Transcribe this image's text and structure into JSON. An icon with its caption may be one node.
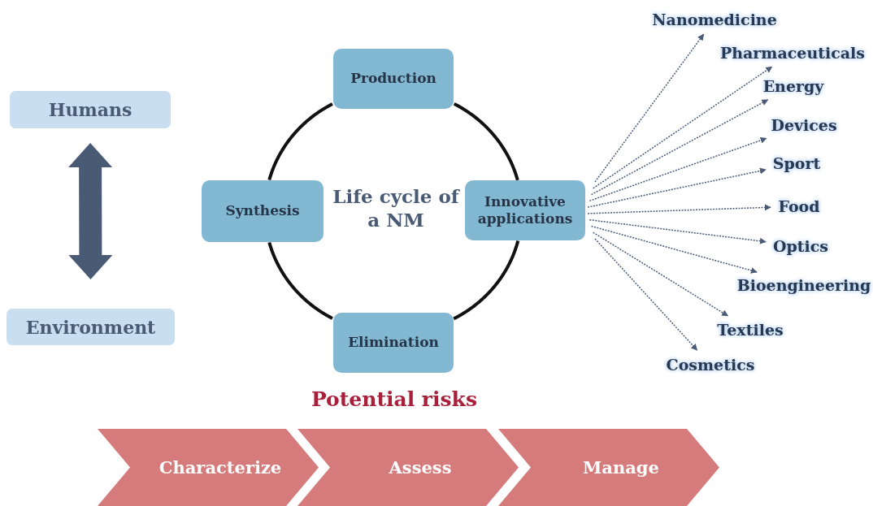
{
  "diagram": {
    "nodes": [
      {
        "text": [
          "Humans"
        ]
      },
      {
        "text": [
          "Environment"
        ]
      },
      {
        "text": [
          "Production"
        ]
      },
      {
        "text": [
          "Synthesis"
        ]
      },
      {
        "text": [
          "Innovative applications"
        ]
      },
      {
        "text": [
          "Elimination"
        ]
      },
      {
        "text": [
          "Nanomedicine"
        ]
      },
      {
        "text": [
          "Pharmaceuticals"
        ]
      },
      {
        "text": [
          "Energy"
        ]
      },
      {
        "text": [
          "Devices"
        ]
      },
      {
        "text": [
          "Sport"
        ]
      },
      {
        "text": [
          "Food"
        ]
      },
      {
        "text": [
          "Optics"
        ]
      },
      {
        "text": [
          "Bioengineering"
        ]
      },
      {
        "text": [
          "Textiles"
        ]
      },
      {
        "text": [
          "Cosmetics"
        ]
      },
      {
        "text": [
          "Characterize"
        ]
      },
      {
        "text": [
          "Assess"
        ]
      },
      {
        "text": [
          "Manage"
        ]
      }
    ],
    "edges": [
      {
        "from": 0,
        "to": 1,
        "arrow": "both",
        "style": "thick",
        "color": "#485a74"
      },
      {
        "from": 2,
        "to": 4,
        "arrow": "none",
        "style": "thick",
        "color": "#111111"
      },
      {
        "from": 4,
        "to": 5,
        "arrow": "none",
        "style": "thick",
        "color": "#111111"
      },
      {
        "from": 5,
        "to": 3,
        "arrow": "none",
        "style": "thick",
        "color": "#111111"
      },
      {
        "from": 3,
        "to": 2,
        "arrow": "none",
        "style": "thick",
        "color": "#111111"
      },
      {
        "from": 4,
        "to": 6,
        "arrow": "to",
        "style": "dashed"
      },
      {
        "from": 4,
        "to": 7,
        "arrow": "to",
        "style": "dashed"
      },
      {
        "from": 4,
        "to": 8,
        "arrow": "to",
        "style": "dashed"
      },
      {
        "from": 4,
        "to": 9,
        "arrow": "to",
        "style": "dashed"
      },
      {
        "from": 4,
        "to": 10,
        "arrow": "to",
        "style": "dashed"
      },
      {
        "from": 4,
        "to": 11,
        "arrow": "to",
        "style": "dashed"
      },
      {
        "from": 4,
        "to": 12,
        "arrow": "to",
        "style": "dashed"
      },
      {
        "from": 4,
        "to": 13,
        "arrow": "to",
        "style": "dashed"
      },
      {
        "from": 4,
        "to": 14,
        "arrow": "to",
        "style": "dashed"
      },
      {
        "from": 4,
        "to": 15,
        "arrow": "to",
        "style": "dashed"
      }
    ],
    "labels": [
      "Life cycle of a NM",
      "Potential risks"
    ]
  }
}
